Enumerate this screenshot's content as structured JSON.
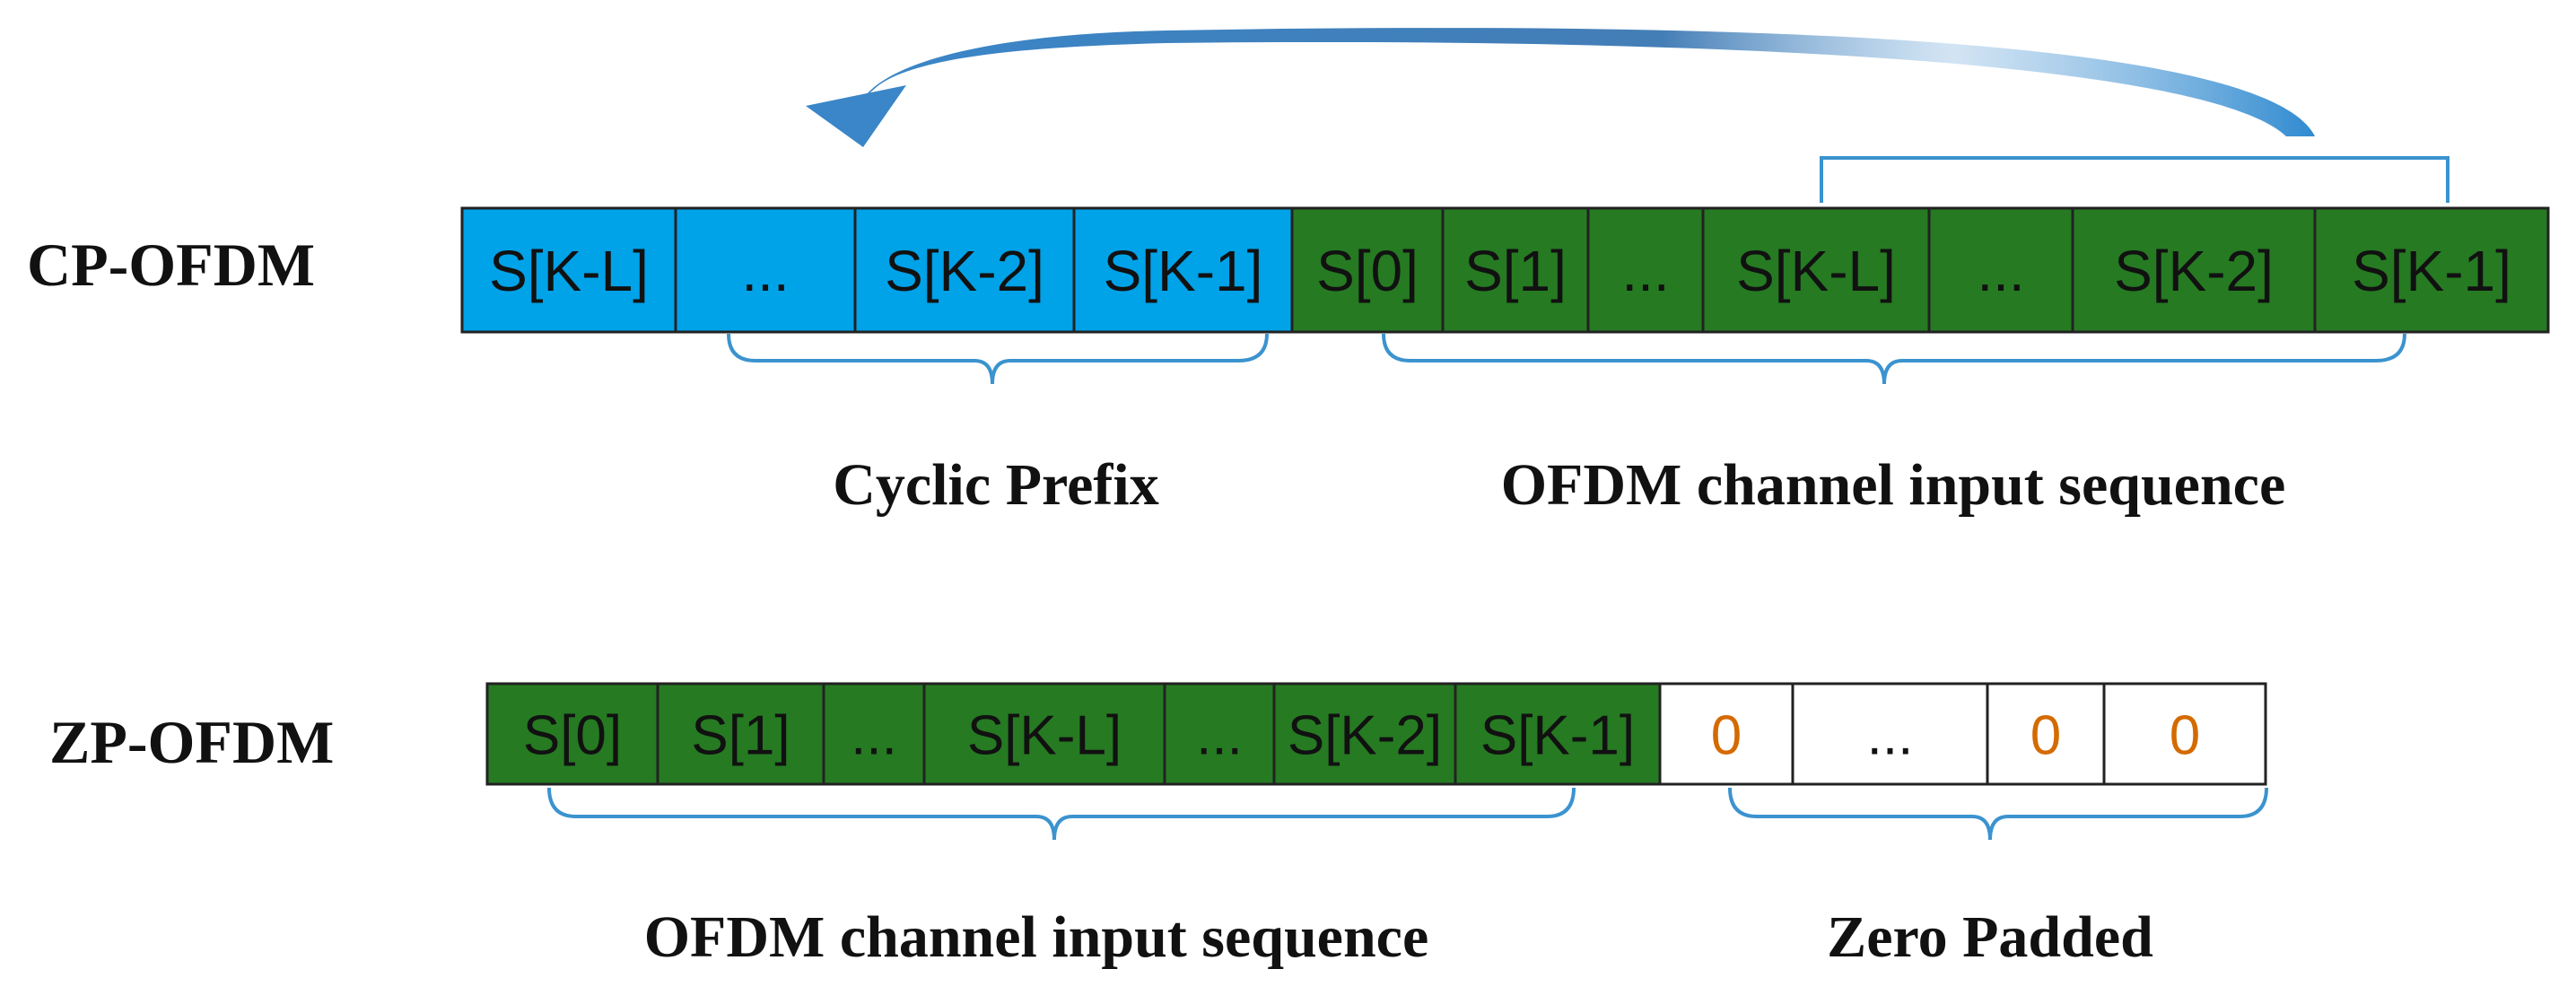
{
  "colors": {
    "prefix_fill": "#00a2e8",
    "sequence_fill": "#267a22",
    "zero_fill": "#ffffff",
    "cell_border": "#222222",
    "cell_text_dark": "#111111",
    "zero_text": "#d46a00",
    "brace_stroke": "#3b93cf",
    "arrow_fill": "#2f7fc4"
  },
  "cp_row": {
    "label": "CP-OFDM",
    "cells": [
      {
        "text": "S[K-L]",
        "kind": "prefix"
      },
      {
        "text": "...",
        "kind": "prefix"
      },
      {
        "text": "S[K-2]",
        "kind": "prefix"
      },
      {
        "text": "S[K-1]",
        "kind": "prefix"
      },
      {
        "text": "S[0]",
        "kind": "sequence"
      },
      {
        "text": "S[1]",
        "kind": "sequence"
      },
      {
        "text": "...",
        "kind": "sequence"
      },
      {
        "text": "S[K-L]",
        "kind": "sequence"
      },
      {
        "text": "...",
        "kind": "sequence"
      },
      {
        "text": "S[K-2]",
        "kind": "sequence"
      },
      {
        "text": "S[K-1]",
        "kind": "sequence"
      }
    ],
    "brace_labels": {
      "prefix": "Cyclic Prefix",
      "sequence": "OFDM channel input sequence"
    }
  },
  "zp_row": {
    "label": "ZP-OFDM",
    "cells": [
      {
        "text": "S[0]",
        "kind": "sequence"
      },
      {
        "text": "S[1]",
        "kind": "sequence"
      },
      {
        "text": "...",
        "kind": "sequence"
      },
      {
        "text": "S[K-L]",
        "kind": "sequence"
      },
      {
        "text": "...",
        "kind": "sequence"
      },
      {
        "text": "S[K-2]",
        "kind": "sequence"
      },
      {
        "text": "S[K-1]",
        "kind": "sequence"
      },
      {
        "text": "0",
        "kind": "zero"
      },
      {
        "text": "...",
        "kind": "zero"
      },
      {
        "text": "0",
        "kind": "zero"
      },
      {
        "text": "0",
        "kind": "zero"
      }
    ],
    "brace_labels": {
      "sequence": "OFDM channel input sequence",
      "zero": "Zero Padded"
    }
  }
}
